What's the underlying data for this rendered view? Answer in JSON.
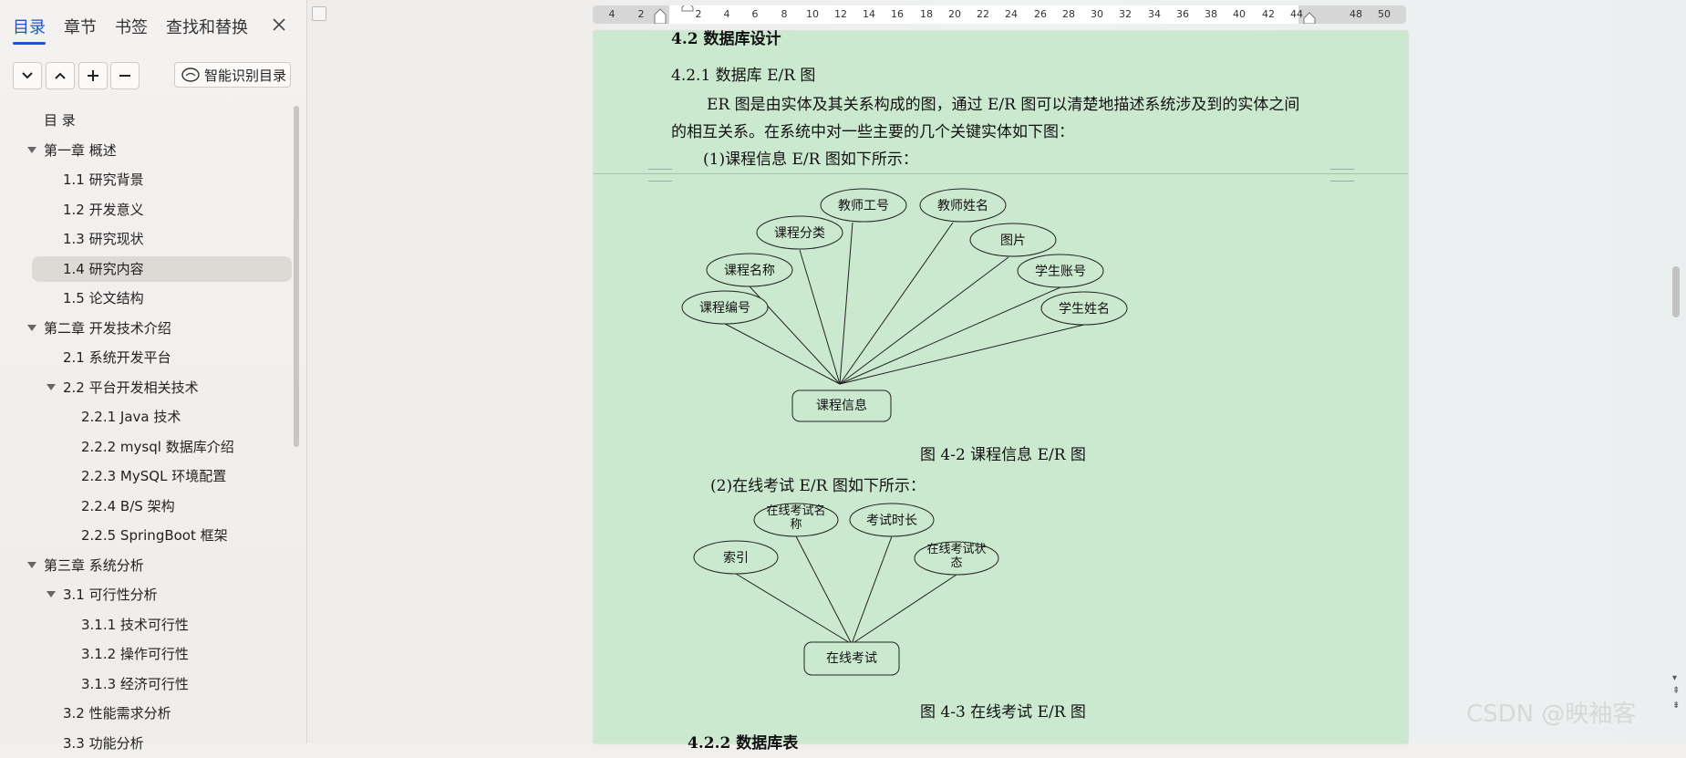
{
  "sidebar": {
    "tabs": [
      "目录",
      "章节",
      "书签",
      "查找和替换"
    ],
    "smart_button_label": "智能识别目录",
    "toc": [
      {
        "label": "目 录",
        "level": 0
      },
      {
        "label": "第一章 概述",
        "level": 0,
        "expanded": true
      },
      {
        "label": "1.1 研究背景",
        "level": 1
      },
      {
        "label": "1.2 开发意义",
        "level": 1
      },
      {
        "label": "1.3 研究现状",
        "level": 1
      },
      {
        "label": "1.4 研究内容",
        "level": 1,
        "selected": true
      },
      {
        "label": "1.5 论文结构",
        "level": 1
      },
      {
        "label": "第二章 开发技术介绍",
        "level": 0,
        "expanded": true
      },
      {
        "label": "2.1 系统开发平台",
        "level": 1
      },
      {
        "label": "2.2 平台开发相关技术",
        "level": 1,
        "expanded": true
      },
      {
        "label": "2.2.1 Java 技术",
        "level": 2
      },
      {
        "label": "2.2.2 mysql 数据库介绍",
        "level": 2
      },
      {
        "label": "2.2.3 MySQL 环境配置",
        "level": 2
      },
      {
        "label": "2.2.4 B/S 架构",
        "level": 2
      },
      {
        "label": "2.2.5 SpringBoot 框架",
        "level": 2
      },
      {
        "label": "第三章 系统分析",
        "level": 0,
        "expanded": true
      },
      {
        "label": "3.1 可行性分析",
        "level": 1,
        "expanded": true
      },
      {
        "label": "3.1.1 技术可行性",
        "level": 2
      },
      {
        "label": "3.1.2 操作可行性",
        "level": 2
      },
      {
        "label": "3.1.3 经济可行性",
        "level": 2
      },
      {
        "label": "3.2 性能需求分析",
        "level": 1
      },
      {
        "label": "3.3 功能分析",
        "level": 1
      }
    ]
  },
  "ruler": {
    "numbers": [
      "4",
      "2",
      "2",
      "4",
      "6",
      "8",
      "10",
      "12",
      "14",
      "16",
      "18",
      "20",
      "22",
      "24",
      "26",
      "28",
      "30",
      "32",
      "34",
      "36",
      "38",
      "40",
      "42",
      "44",
      "48",
      "50"
    ]
  },
  "document": {
    "section_heading": "4.2 数据库设计",
    "subsection_heading": "4.2.1 数据库 E/R 图",
    "para_line1": "ER 图是由实体及其关系构成的图，通过 E/R 图可以清楚地描述系统涉及到的实体之间",
    "para_line2": "的相互关系。在系统中对一些主要的几个关键实体如下图：",
    "item1": "(1)课程信息 E/R 图如下所示：",
    "er1": {
      "entity": "课程信息",
      "attributes": [
        "教师工号",
        "教师姓名",
        "课程分类",
        "图片",
        "课程名称",
        "学生账号",
        "课程编号",
        "学生姓名"
      ]
    },
    "caption1": "图 4-2 课程信息 E/R 图",
    "item2": "(2)在线考试 E/R 图如下所示：",
    "er2": {
      "entity": "在线考试",
      "attributes": [
        "在线考试名称",
        "考试时长",
        "索引",
        "在线考试状态"
      ]
    },
    "caption2": "图 4-3 在线考试 E/R 图",
    "next_heading": "4.2.2 数据库表"
  },
  "watermark": "CSDN @映袖客"
}
